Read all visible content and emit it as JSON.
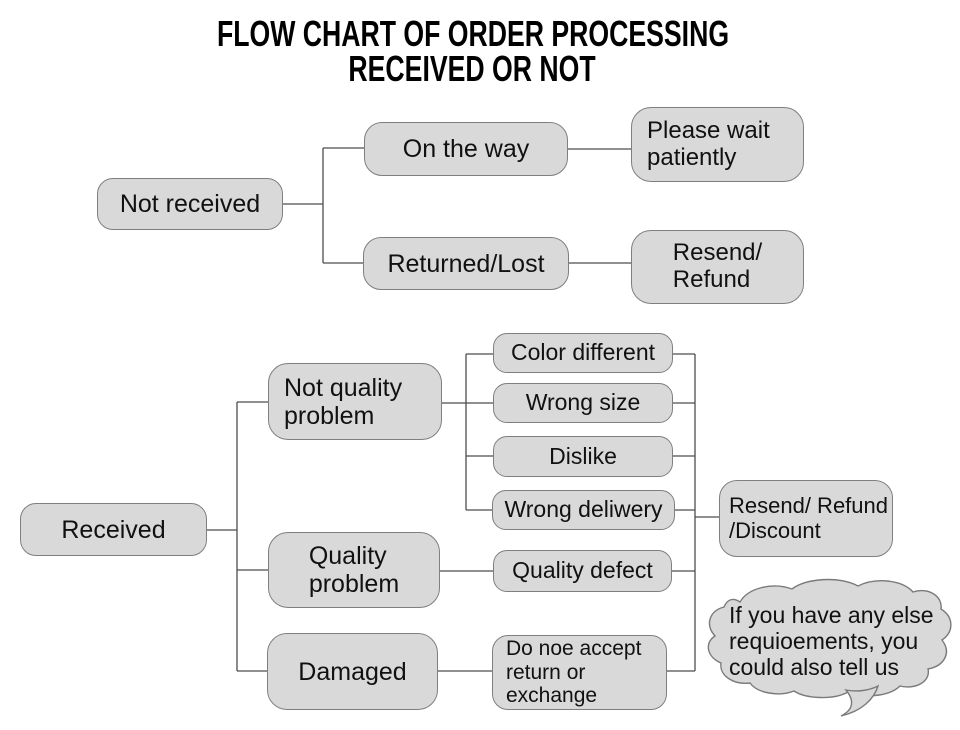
{
  "title": {
    "line1": "FLOW CHART OF ORDER PROCESSING",
    "line2": "RECEIVED OR NOT"
  },
  "colors": {
    "background": "#ffffff",
    "node_fill": "#d9d9d9",
    "node_border": "#7f7f7f",
    "connector": "#4d4d4d",
    "text": "#111111"
  },
  "nodes": {
    "not_received": "Not received",
    "on_the_way": "On the way",
    "please_wait": "Please wait\npatiently",
    "returned_lost": "Returned/Lost",
    "resend_refund": "Resend/\nRefund",
    "received": "Received",
    "not_quality_problem": "Not quality\nproblem",
    "quality_problem": "Quality\nproblem",
    "damaged": "Damaged",
    "color_different": "Color different",
    "wrong_size": "Wrong size",
    "dislike": "Dislike",
    "wrong_delivery": "Wrong deliwery",
    "quality_defect": "Quality defect",
    "no_return_exchange": "Do noe accept\nreturn or\nexchange",
    "resend_refund_discount": "Resend/ Refund\n/Discount",
    "speech_bubble": "If you have any else\nrequioements, you\ncould also tell us"
  },
  "edges": [
    [
      "Not received",
      "On the way"
    ],
    [
      "Not received",
      "Returned/Lost"
    ],
    [
      "On the way",
      "Please wait patiently"
    ],
    [
      "Returned/Lost",
      "Resend/ Refund"
    ],
    [
      "Received",
      "Not quality problem"
    ],
    [
      "Received",
      "Quality problem"
    ],
    [
      "Received",
      "Damaged"
    ],
    [
      "Not quality problem",
      "Color different"
    ],
    [
      "Not quality problem",
      "Wrong size"
    ],
    [
      "Not quality problem",
      "Dislike"
    ],
    [
      "Not quality problem",
      "Wrong deliwery"
    ],
    [
      "Quality problem",
      "Quality defect"
    ],
    [
      "Damaged",
      "Do noe accept return or exchange"
    ],
    [
      "Color different",
      "Resend/ Refund /Discount"
    ],
    [
      "Wrong size",
      "Resend/ Refund /Discount"
    ],
    [
      "Dislike",
      "Resend/ Refund /Discount"
    ],
    [
      "Wrong deliwery",
      "Resend/ Refund /Discount"
    ],
    [
      "Quality defect",
      "Resend/ Refund /Discount"
    ],
    [
      "Do noe accept return or exchange",
      "Resend/ Refund /Discount"
    ]
  ]
}
